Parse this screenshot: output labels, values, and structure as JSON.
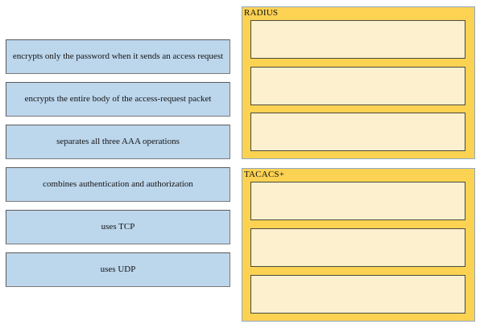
{
  "exercise": {
    "type": "drag-and-drop-matching",
    "instruction_visible": false
  },
  "colors": {
    "drag_item_fill": "#bcd6ec",
    "drag_item_border": "#5a5a5a",
    "panel_fill": "#fcd253",
    "panel_border": "#8fa8c0",
    "dropzone_fill": "#fdf0cf",
    "dropzone_border": "#4a4a3c",
    "page_background": "#ffffff",
    "text": "#141414"
  },
  "drag_items": [
    {
      "id": "item-1",
      "label": "encrypts only the password when it sends an access request"
    },
    {
      "id": "item-2",
      "label": "encrypts the entire body of the access-request packet"
    },
    {
      "id": "item-3",
      "label": "separates all three AAA operations"
    },
    {
      "id": "item-4",
      "label": "combines authentication and authorization"
    },
    {
      "id": "item-5",
      "label": "uses TCP"
    },
    {
      "id": "item-6",
      "label": "uses UDP"
    }
  ],
  "categories": [
    {
      "id": "radius",
      "title": "RADIUS",
      "dropzones": [
        {
          "id": "radius-slot-1",
          "content": ""
        },
        {
          "id": "radius-slot-2",
          "content": ""
        },
        {
          "id": "radius-slot-3",
          "content": ""
        }
      ]
    },
    {
      "id": "tacacs",
      "title": "TACACS+",
      "dropzones": [
        {
          "id": "tacacs-slot-1",
          "content": ""
        },
        {
          "id": "tacacs-slot-2",
          "content": ""
        },
        {
          "id": "tacacs-slot-3",
          "content": ""
        }
      ]
    }
  ]
}
